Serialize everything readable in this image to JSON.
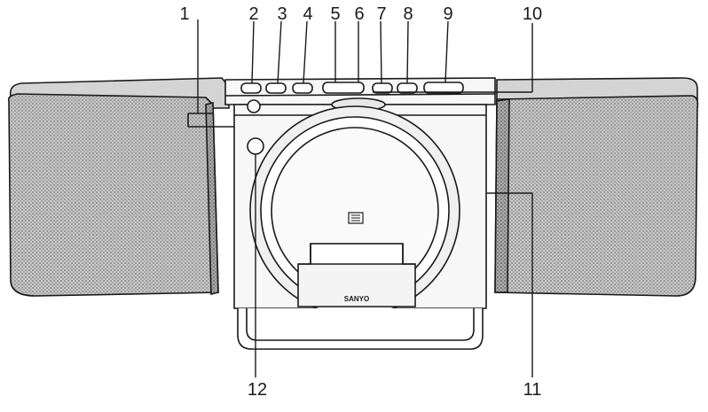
{
  "diagram": {
    "callouts": {
      "c1": "1",
      "c2": "2",
      "c3": "3",
      "c4": "4",
      "c5": "5",
      "c6": "6",
      "c7": "7",
      "c8": "8",
      "c9": "9",
      "c10": "10",
      "c11": "11",
      "c12": "12"
    },
    "disc_logo": "disc",
    "brand": "SANYO"
  },
  "colors": {
    "line": "#1a1a1a",
    "speaker_grille": "#b9b9b9",
    "body": "#f7f7f7"
  }
}
